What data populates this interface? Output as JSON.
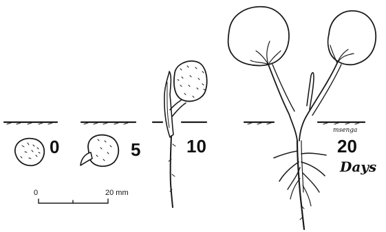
{
  "stages": [
    {
      "label": "0"
    },
    {
      "label": "5"
    },
    {
      "label": "10"
    },
    {
      "label": "20"
    }
  ],
  "days_label": "Days",
  "artist_signature": "msenga",
  "scale_bar": {
    "start_label": "0",
    "end_label": "20 mm"
  }
}
